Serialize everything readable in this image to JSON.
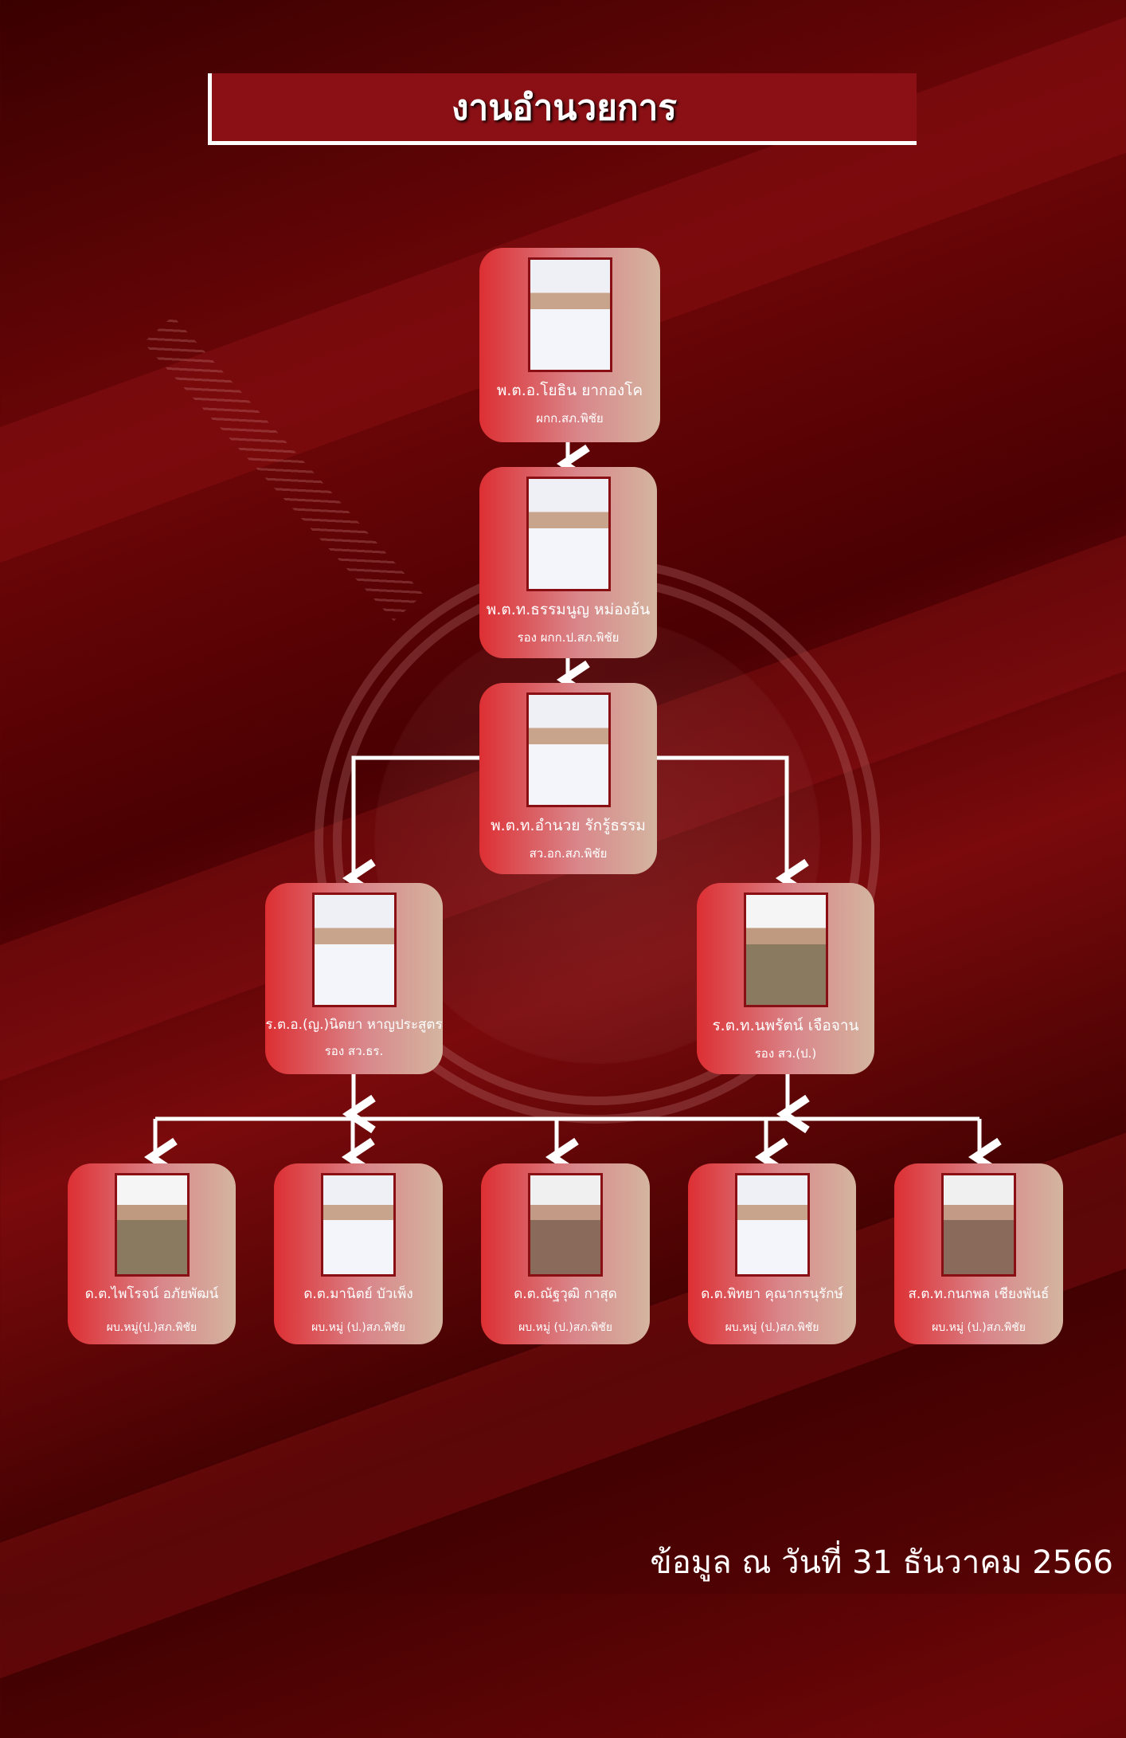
{
  "title": "งานอำนวยการ",
  "top": [
    {
      "name": "พ.ต.อ.โยธิน ยากองโค",
      "role": "ผกก.สภ.พิชัย"
    },
    {
      "name": "พ.ต.ท.ธรรมนูญ หม่องอ้น",
      "role": "รอง ผกก.ป.สภ.พิชัย"
    },
    {
      "name": "พ.ต.ท.อำนวย รักรู้ธรรม",
      "role": "สว.อก.สภ.พิชัย"
    }
  ],
  "mid": [
    {
      "name": "ร.ต.อ.(ญ.)นิตยา หาญประสูตร",
      "role": "รอง สว.ธร."
    },
    {
      "name": "ร.ต.ท.นพรัตน์ เจือจาน",
      "role": "รอง สว.(ป.)"
    }
  ],
  "bottom": [
    {
      "name": "ด.ต.ไพโรจน์ อภัยพัฒน์",
      "role": "ผบ.หมู่(ป.)สภ.พิชัย"
    },
    {
      "name": "ด.ต.มานิตย์  บัวเพ็ง",
      "role": "ผบ.หมู่ (ป.)สภ.พิชัย"
    },
    {
      "name": "ด.ต.ณัฐวุฒิ  กาสุด",
      "role": "ผบ.หมู่ (ป.)สภ.พิชัย"
    },
    {
      "name": "ด.ต.พิทยา คุณากรนุรักษ์",
      "role": "ผบ.หมู่ (ป.)สภ.พิชัย"
    },
    {
      "name": "ส.ต.ท.กนกพล เชียงพันธ์",
      "role": "ผบ.หมู่ (ป.)สภ.พิชัย"
    }
  ],
  "footer": "ข้อมูล  ณ  วันที่ 31 ธันวาคม 2566"
}
